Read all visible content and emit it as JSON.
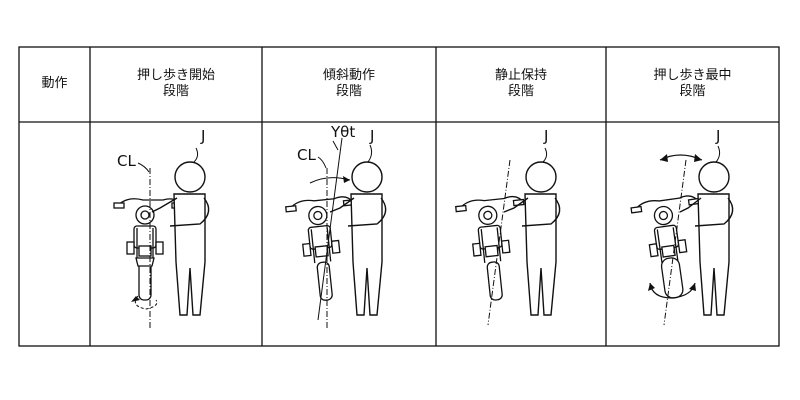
{
  "table": {
    "row_header": "動作",
    "columns": [
      {
        "line1": "押し歩き開始",
        "line2": "段階"
      },
      {
        "line1": "傾斜動作",
        "line2": "段階"
      },
      {
        "line1": "静止保持",
        "line2": "段階"
      },
      {
        "line1": "押し歩き最中",
        "line2": "段階"
      }
    ]
  },
  "labels": {
    "person": "J",
    "centerline": "CL",
    "tilt_angle": "Yθt"
  }
}
